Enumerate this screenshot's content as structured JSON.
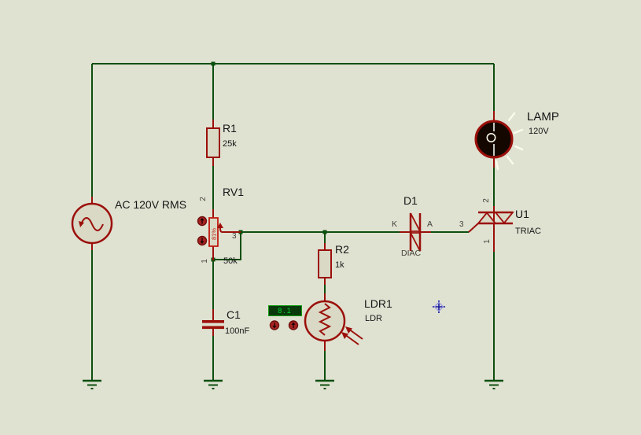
{
  "canvas": {
    "bg_color": "#dfe1d1",
    "wire_color": "#0c4f0e",
    "part_color": "#9b0f0a",
    "part_fill": "#d9d9c5"
  },
  "source_v1": {
    "label": "AC 120V RMS"
  },
  "r1": {
    "ref": "R1",
    "value": "25k"
  },
  "rv1": {
    "ref": "RV1",
    "value": "50k",
    "wiper_percent": "81%",
    "pin_top": "2",
    "pin_bottom": "1",
    "pin_wiper": "3"
  },
  "c1": {
    "ref": "C1",
    "value": "100nF"
  },
  "r2": {
    "ref": "R2",
    "value": "1k"
  },
  "ldr1": {
    "ref": "LDR1",
    "value": "LDR",
    "display_value": "8.1"
  },
  "d1": {
    "ref": "D1",
    "value": "DIAC",
    "pin_k": "K",
    "pin_a": "A"
  },
  "u1": {
    "ref": "U1",
    "value": "TRIAC",
    "pin_top": "2",
    "pin_bottom": "1",
    "pin_gate": "3"
  },
  "lamp": {
    "ref": "LAMP",
    "value": "120V"
  }
}
